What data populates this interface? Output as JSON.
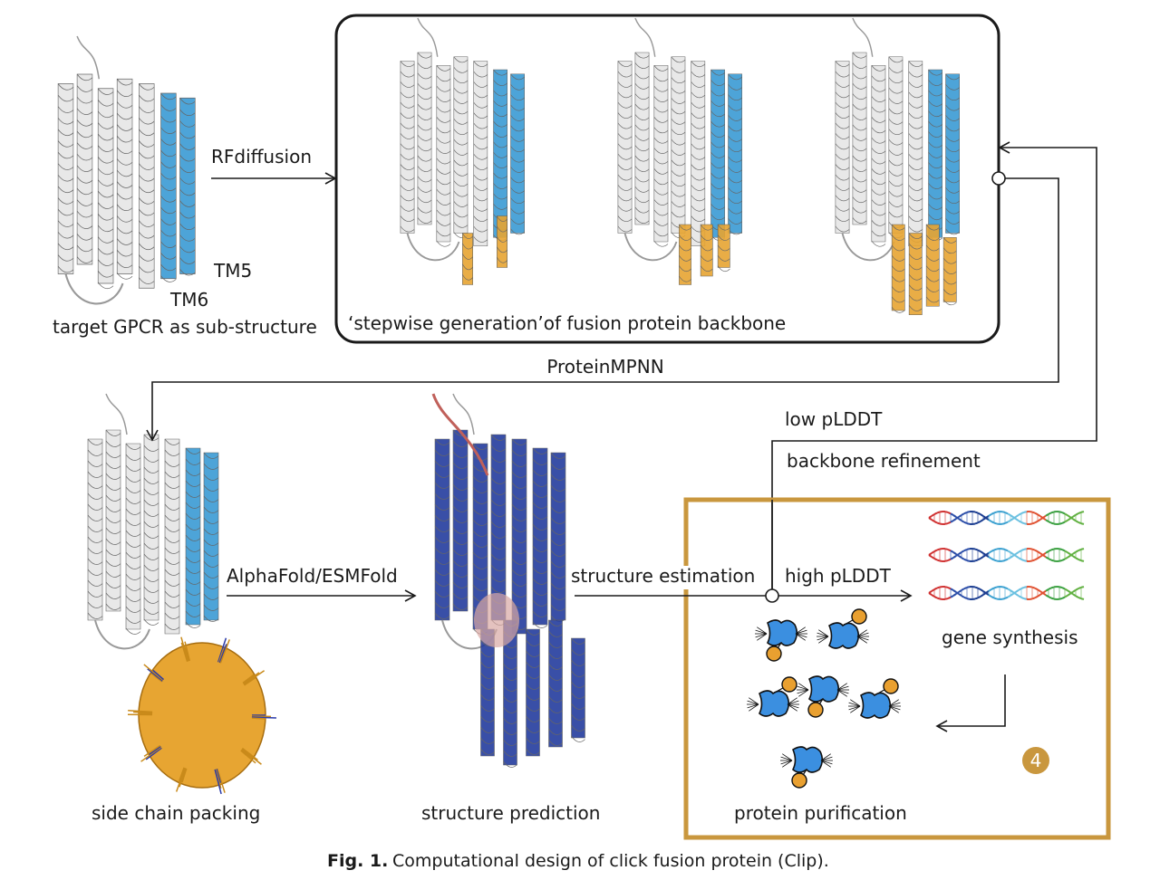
{
  "labels": {
    "tm5": "TM5",
    "tm6": "TM6",
    "target": "target GPCR as sub-structure",
    "rfdiffusion": "RFdiffusion",
    "stepwise": "‘stepwise generation’of fusion protein backbone",
    "proteinmpnn": "ProteinMPNN",
    "low_plddt": "low pLDDT",
    "backbone_refinement": "backbone refinement",
    "alphafold": "AlphaFold/ESMFold",
    "structure_estimation": "structure estimation",
    "high_plddt": "high pLDDT",
    "gene_synthesis": "gene synthesis",
    "side_chain": "side chain packing",
    "structure_prediction": "structure prediction",
    "protein_purification": "protein purification",
    "badge": "4"
  },
  "caption": {
    "fig": "Fig. 1.",
    "text": "Computational design of click fusion protein (Clip)."
  },
  "colors": {
    "gray_helix": "#e6e6e6",
    "blue_tm": "#3a9bd4",
    "orange_fusion": "#e7a532",
    "dark_blue": "#243d9e",
    "gold_box": "#c9973e",
    "protein_blue": "#3b8fe0",
    "protein_orange": "#e9a030"
  }
}
